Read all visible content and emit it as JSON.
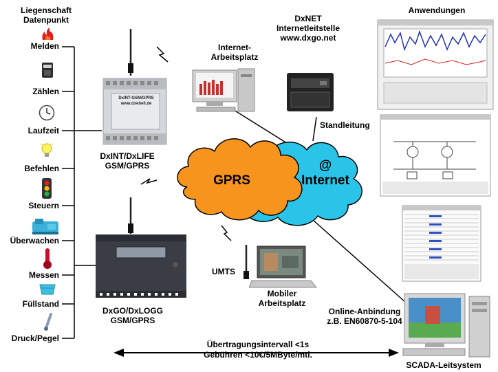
{
  "left_panel": {
    "title_line1": "Liegenschaft",
    "title_line2": "Datenpunkt",
    "items": [
      {
        "label": "Melden",
        "icon": "fire-icon"
      },
      {
        "label": "Zählen",
        "icon": "meter-icon"
      },
      {
        "label": "Laufzeit",
        "icon": "clock-icon"
      },
      {
        "label": "Befehlen",
        "icon": "lightbulb-icon"
      },
      {
        "label": "Steuern",
        "icon": "traffic-light-icon"
      },
      {
        "label": "Überwachen",
        "icon": "pump-icon"
      },
      {
        "label": "Messen",
        "icon": "thermometer-icon"
      },
      {
        "label": "Füllstand",
        "icon": "tank-icon"
      },
      {
        "label": "Druck/Pegel",
        "icon": "pressure-sensor-icon"
      }
    ]
  },
  "device_top": {
    "panel_text_line1": "DxINT-GSM/GPRS",
    "panel_text_line2": "www.dxebell.de",
    "name_line1": "DxINT/DxLIFE",
    "name_line2": "GSM/GPRS"
  },
  "device_bottom": {
    "name_line1": "DxGO/DxLOGG",
    "name_line2": "GSM/GPRS"
  },
  "internet_workstation": {
    "line1": "Internet-",
    "line2": "Arbeitsplatz"
  },
  "control_center": {
    "line1": "DxNET",
    "line2": "Internetleitstelle",
    "line3": "www.dxgo.net"
  },
  "standleitung": "Standleitung",
  "cloud_gprs": "GPRS",
  "cloud_internet_symbol": "@",
  "cloud_internet": "Internet",
  "umts": "UMTS",
  "mobile_workstation": {
    "line1": "Mobiler",
    "line2": "Arbeitsplatz"
  },
  "online_link": {
    "line1": "Online-Anbindung",
    "line2": "z.B. EN60870-5-104"
  },
  "scada": "SCADA-Leitsystem",
  "applications_title": "Anwendungen",
  "transfer": {
    "line1": "Übertragungsintervall <1s",
    "line2": "Gebühren <10€/5MByte/mtl."
  },
  "colors": {
    "gprs_cloud": "#f7941d",
    "internet_cloud": "#29c4e8",
    "device_dark": "#3a3d44",
    "device_light": "#d4d7db"
  }
}
